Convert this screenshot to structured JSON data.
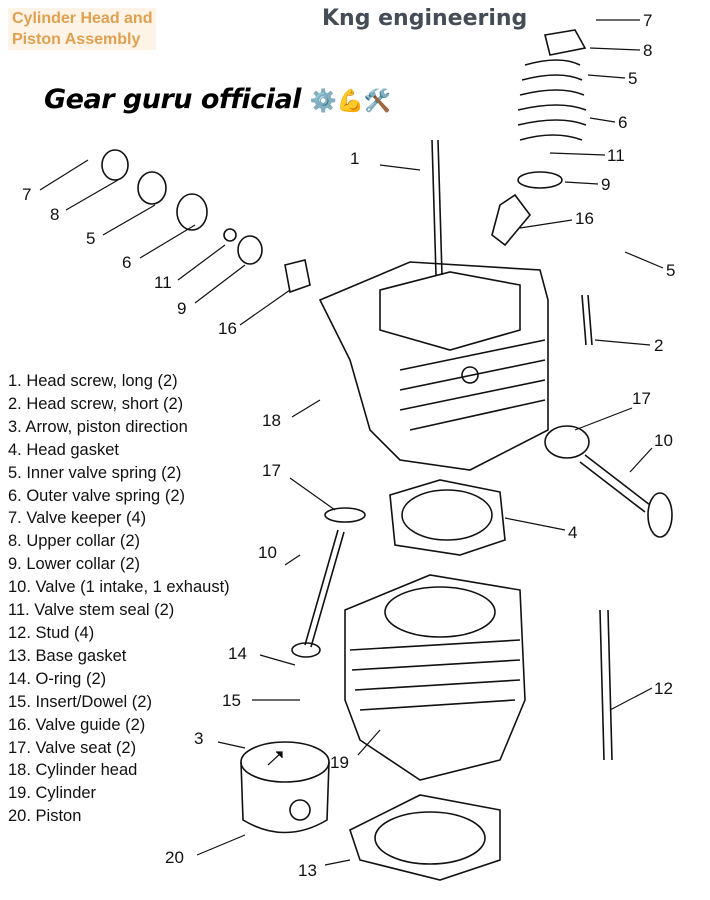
{
  "title": {
    "line1": "Cylinder Head and",
    "line2": "Piston Assembly"
  },
  "brand": "Kng engineering",
  "watermark": {
    "text": "Gear guru official",
    "emoji": "⚙️💪🛠️"
  },
  "legend": [
    "1. Head screw, long (2)",
    "2. Head screw, short (2)",
    "3. Arrow, piston direction",
    "4. Head gasket",
    "5. Inner valve spring (2)",
    "6. Outer valve spring (2)",
    "7. Valve keeper (4)",
    "8. Upper collar (2)",
    "9. Lower collar (2)",
    "10. Valve (1 intake, 1 exhaust)",
    "11. Valve stem seal (2)",
    "12. Stud (4)",
    "13. Base gasket",
    "14. O-ring (2)",
    "15. Insert/Dowel (2)",
    "16. Valve guide (2)",
    "17. Valve seat (2)",
    "18. Cylinder head",
    "19. Cylinder",
    "20. Piston"
  ],
  "callouts": [
    "7",
    "8",
    "5",
    "6",
    "11",
    "9",
    "16",
    "5",
    "2",
    "17",
    "10",
    "4",
    "12",
    "19",
    "13",
    "20",
    "3",
    "15",
    "14",
    "10",
    "17",
    "18",
    "1",
    "7",
    "8",
    "5",
    "6",
    "11",
    "9",
    "16"
  ]
}
